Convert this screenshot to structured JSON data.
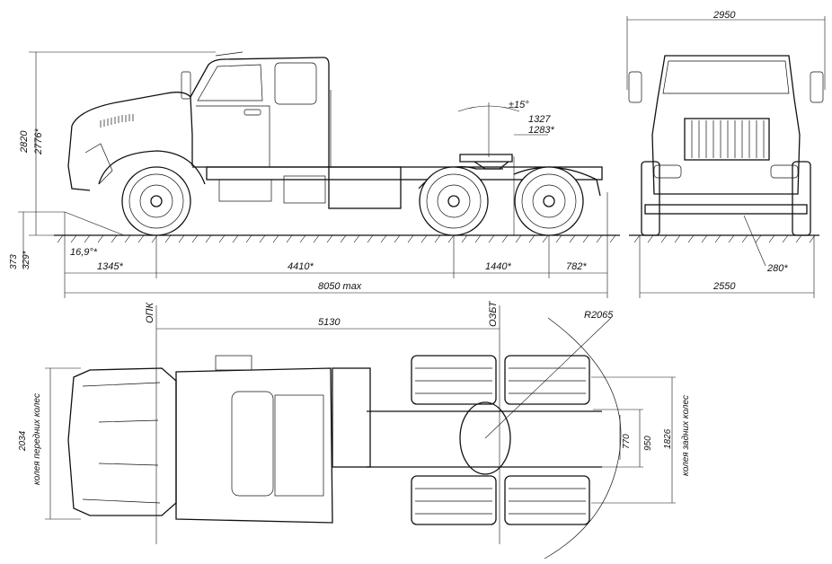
{
  "dimensions": {
    "overall_width": "2950",
    "height": "2820",
    "height_alt": "2776*",
    "clearance": "373",
    "clearance_alt": "329*",
    "approach_angle": "16,9°*",
    "front_overhang": "1345*",
    "wheelbase": "4410*",
    "axle_spacing": "1440*",
    "rear_overhang": "782*",
    "overall_length": "8050 max",
    "fifth_wheel_swing": "±15°",
    "fifth_wheel_height": "1327",
    "fifth_wheel_height_alt": "1283*",
    "track_width_front_view": "2550",
    "ground_clearance_front": "280*",
    "opk_to_ozbt": "5130",
    "turn_radius": "R2065",
    "inner_dim_1": "770",
    "inner_dim_2": "950",
    "rear_track": "1826",
    "front_track": "2034"
  },
  "labels": {
    "opk": "ОПК",
    "ozbt": "ОЗБТ",
    "front_track_label": "колея передних колес",
    "rear_track_label": "колея задних колес"
  }
}
